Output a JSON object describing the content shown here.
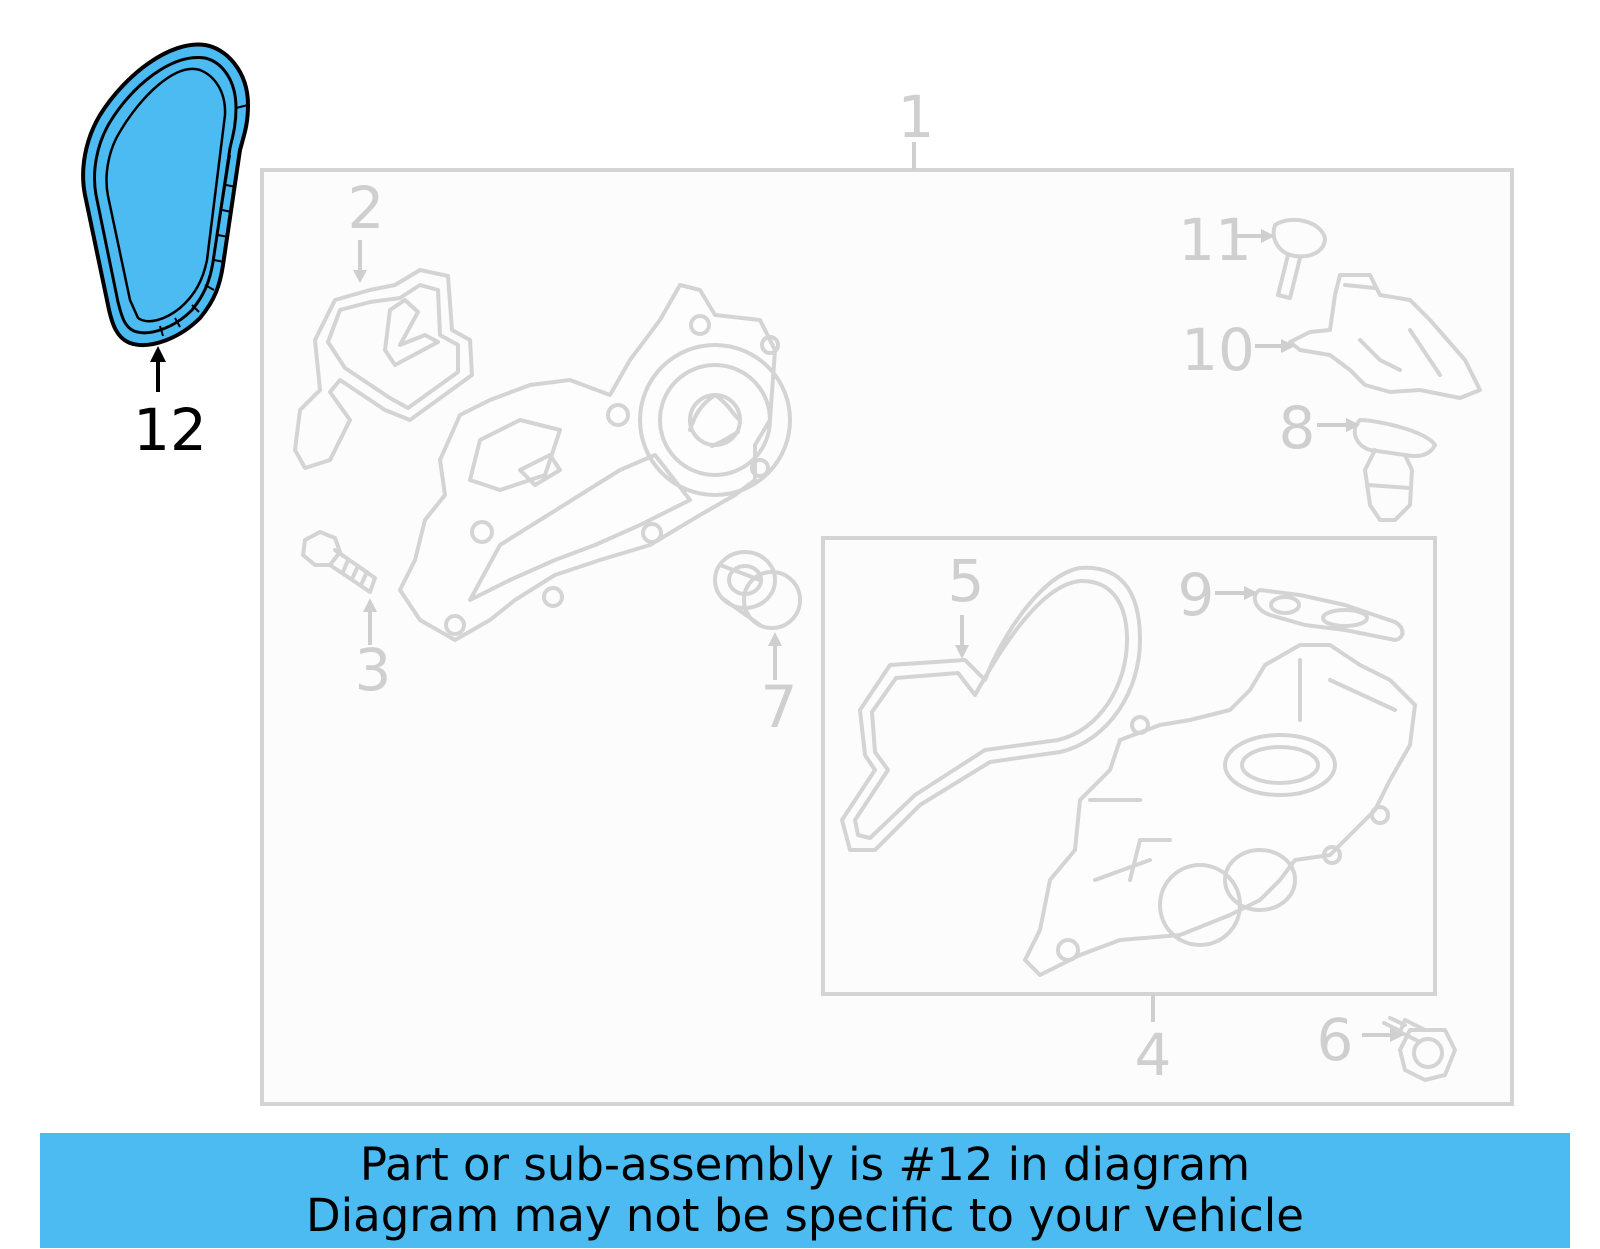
{
  "callouts": {
    "c1": "1",
    "c2": "2",
    "c3": "3",
    "c4": "4",
    "c5": "5",
    "c6": "6",
    "c7": "7",
    "c8": "8",
    "c9": "9",
    "c10": "10",
    "c11": "11",
    "c12": "12"
  },
  "highlighted_part": "12",
  "colors": {
    "highlight": "#4cbbf2",
    "faded": "#cfcfcf",
    "banner": "#4cbbf2"
  },
  "banner": {
    "line1": "Part or sub-assembly is #12 in diagram",
    "line2": "Diagram may not be specific to your vehicle"
  }
}
